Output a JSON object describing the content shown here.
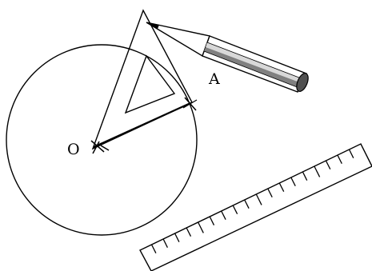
{
  "labels": {
    "center": "O",
    "point": "A"
  },
  "objects": {
    "circle": "circle",
    "set_square": "triangle-ruler",
    "pencil": "pencil",
    "ruler": "straight-ruler"
  },
  "colors": {
    "ink": "#000000",
    "pencil_dark_stripe": "#808080",
    "pencil_light_stripe": "#d8d8d8",
    "pencil_tip_cap": "#505050",
    "background": "#ffffff"
  }
}
